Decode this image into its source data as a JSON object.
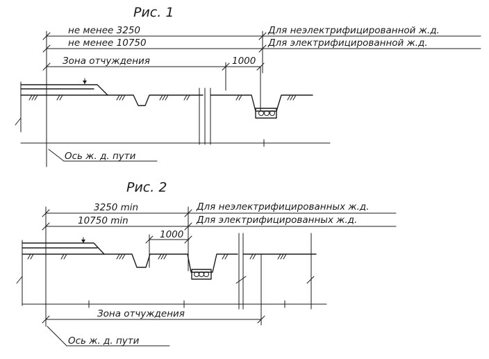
{
  "figure1": {
    "title": "Рис. 1",
    "dim_min_nonelectrified": "не менее  3250",
    "dim_min_electrified": "не менее  10750",
    "label_nonelectrified": "Для  неэлектрифицированной  ж.д.",
    "label_electrified": "Для  электрифицированной   ж.д.",
    "zone_label": "Зона   отчуждения",
    "dim_1000": "1000",
    "track_axis": "Ось  ж. д.  пути"
  },
  "figure2": {
    "title": "Рис. 2",
    "dim_min_nonelectrified": "3250 min",
    "dim_min_electrified": "10750 min",
    "label_nonelectrified": "Для  неэлектрифицированных  ж.д.",
    "label_electrified": "Для  электрифицированных  ж.д.",
    "dim_1000": "1000",
    "zone_label": "Зона   отчуждения",
    "track_axis": "Ось   ж. д.  пути"
  },
  "colors": {
    "ink": "#1a1a1a",
    "paper": "#ffffff"
  }
}
